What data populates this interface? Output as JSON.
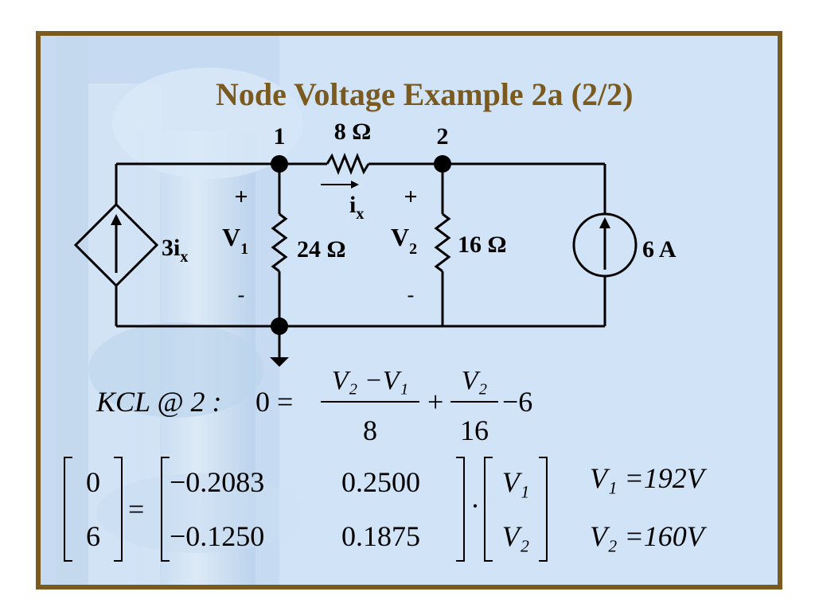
{
  "slide": {
    "title": "Node Voltage Example 2a (2/2)"
  },
  "circuit": {
    "nodes": [
      "1",
      "2"
    ],
    "resistor_series": "8 Ω",
    "current_label": "i",
    "current_subscript": "x",
    "dependent_source": {
      "coef": "3i",
      "sub": "x"
    },
    "v1": {
      "label": "V",
      "sub": "1",
      "plus": "+",
      "minus": "-"
    },
    "v2": {
      "label": "V",
      "sub": "2",
      "plus": "+",
      "minus": "-"
    },
    "r24": "24 Ω",
    "r16": "16 Ω",
    "current_source": "6 A"
  },
  "kcl": {
    "prefix": "KCL @ 2 :",
    "lhs": "0 =",
    "num1": "V₂ −V₁",
    "den1": "8",
    "plus": "+",
    "num2": "V₂",
    "den2": "16",
    "tail": "−6"
  },
  "matrix": {
    "lhs": [
      "0",
      "6"
    ],
    "coef": [
      [
        "−0.2083",
        "0.2500"
      ],
      [
        "−0.1250",
        "0.1875"
      ]
    ],
    "vars": [
      "V₁",
      "V₂"
    ],
    "results": [
      "V₁ =192V",
      "V₂ =160V"
    ]
  }
}
